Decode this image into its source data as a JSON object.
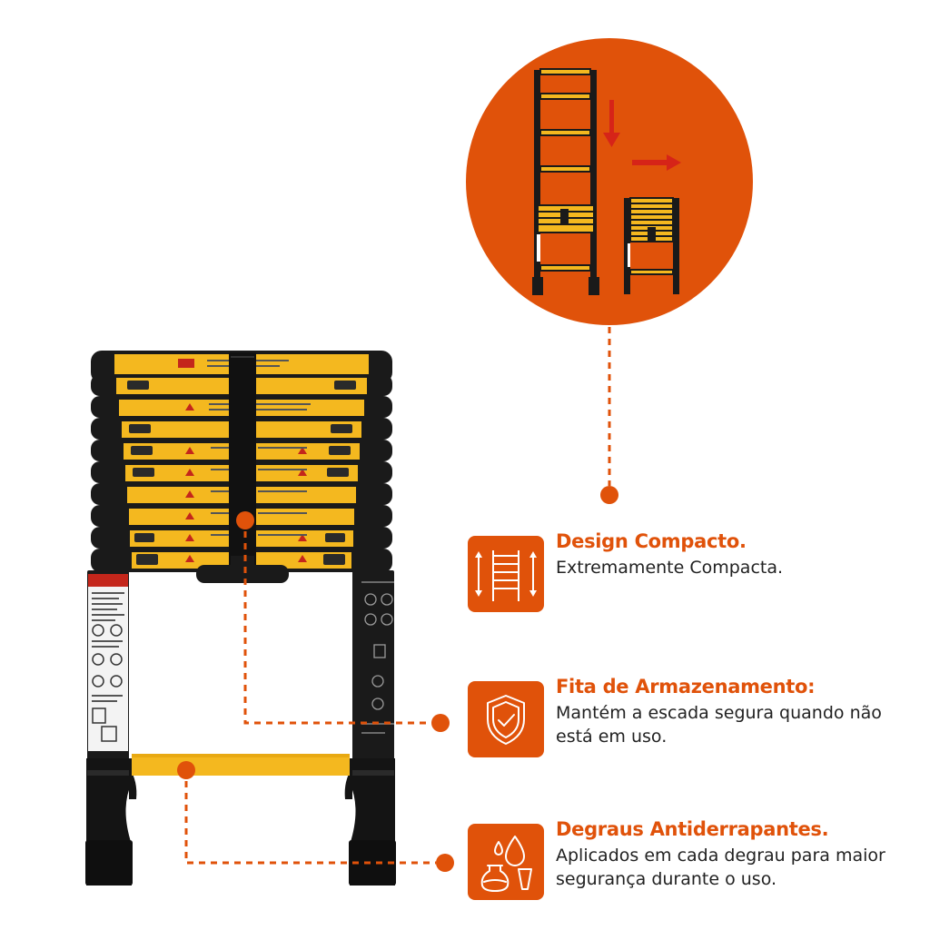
{
  "colors": {
    "accent": "#e0520a",
    "ladder_yellow": "#f4b81f",
    "ladder_black": "#1a1a1a",
    "text_dark": "#222222"
  },
  "features": [
    {
      "icon": "compact-ladder-icon",
      "title": "Design Compacto.",
      "description": "Extremamente Compacta."
    },
    {
      "icon": "shield-check-icon",
      "title": "Fita de Armazenamento:",
      "description": "Mantém a escada segura quando não está em uso."
    },
    {
      "icon": "drops-flask-icon",
      "title": "Degraus Antiderrapantes.",
      "description": "Aplicados em cada degrau para maior segurança durante o uso."
    }
  ]
}
